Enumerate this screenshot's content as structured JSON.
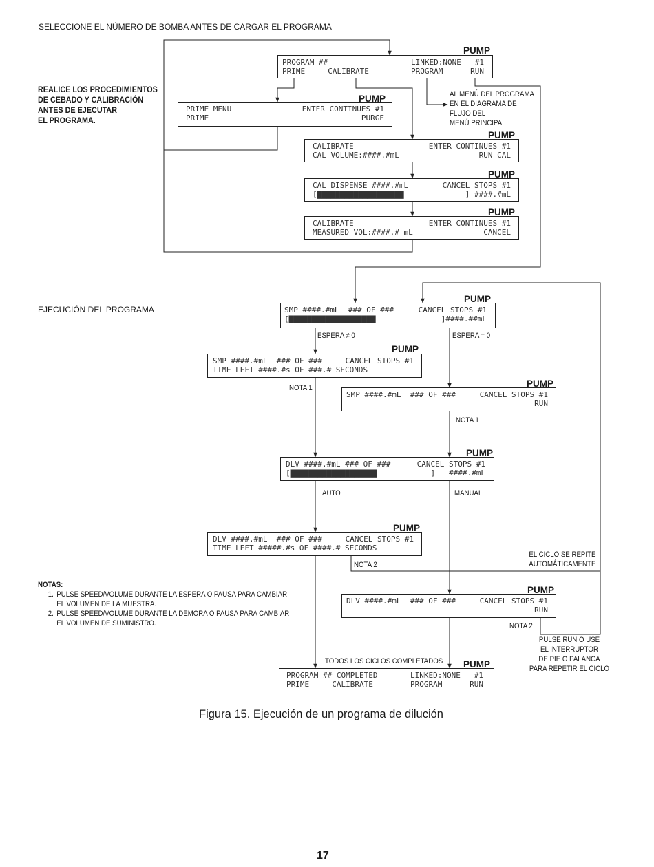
{
  "header_text": "SELECCIONE EL NÚMERO DE BOMBA ANTES DE CARGAR EL PROGRAMA",
  "side_note_lines": [
    "REALICE LOS PROCEDIMIENTOS",
    "DE CEBADO Y CALIBRACIÓN",
    "ANTES DE EJECUTAR",
    "EL PROGRAMA."
  ],
  "section_label": "EJECUCIÓN DEL PROGRAMA",
  "pump_label": "PUMP",
  "menu_note_lines": [
    "AL MENÚ DEL PROGRAMA",
    "EN EL DIAGRAMA DE",
    "FLUJO DEL",
    "MENÚ PRINCIPAL"
  ],
  "screens": {
    "program": {
      "l1": "PROGRAM ##",
      "r1": "LINKED:NONE   #1",
      "l2": "PRIME     CALIBRATE",
      "r2": "PROGRAM      RUN"
    },
    "prime": {
      "l1": "PRIME MENU",
      "r1": "ENTER CONTINUES #1",
      "l2": "PRIME",
      "r2": "PURGE"
    },
    "calibrate": {
      "l1": "CALIBRATE",
      "r1": "ENTER CONTINUES #1",
      "l2": "CAL VOLUME:####.#mL",
      "r2": "RUN CAL"
    },
    "cal_dispense": {
      "l1": "CAL DISPENSE ####.#mL",
      "r1": "CANCEL STOPS #1",
      "l2": "[▇▇▇▇▇▇▇▇▇▇▇▇▇▇▇▇▇▇▇",
      "r2": "] ####.#mL"
    },
    "calibrate_measured": {
      "l1": "CALIBRATE",
      "r1": "ENTER CONTINUES #1",
      "l2": "MEASURED VOL:####.# mL",
      "r2": "CANCEL"
    },
    "smp_progress": {
      "l1": "SMP ####.#mL  ### OF ###",
      "r1": "CANCEL STOPS #1",
      "l2": "[▇▇▇▇▇▇▇▇▇▇▇▇▇▇▇▇▇▇▇",
      "r2": "]####.##mL"
    },
    "smp_wait": {
      "l1": "SMP ####.#mL  ### OF ###",
      "r1": "CANCEL STOPS #1",
      "l2": "TIME LEFT ####.#s OF ###.# SECONDS",
      "r2": ""
    },
    "smp_run": {
      "l1": "SMP ####.#mL  ### OF ###",
      "r1": "CANCEL STOPS #1",
      "l2": "",
      "r2": "RUN"
    },
    "dlv_progress": {
      "l1": "DLV ####.#mL ### OF ###",
      "r1": "CANCEL STOPS #1",
      "l2": "[▇▇▇▇▇▇▇▇▇▇▇▇▇▇▇▇▇▇▇",
      "r2": "]   ####.#mL"
    },
    "dlv_wait": {
      "l1": "DLV ####.#mL  ### OF ###",
      "r1": "CANCEL STOPS #1",
      "l2": "TIME LEFT #####.#s OF ####.# SECONDS",
      "r2": ""
    },
    "dlv_run": {
      "l1": "DLV ####.#mL  ### OF ###",
      "r1": "CANCEL STOPS #1",
      "l2": "",
      "r2": "RUN"
    },
    "completed": {
      "l1": "PROGRAM ## COMPLETED",
      "r1": "LINKED:NONE   #1",
      "l2": "PRIME     CALIBRATE",
      "r2": "PROGRAM      RUN"
    }
  },
  "labels": {
    "espera_ne": "ESPERA ≠ 0",
    "espera_eq": "ESPERA = 0",
    "nota1": "NOTA 1",
    "nota2": "NOTA 2",
    "auto": "AUTO",
    "manual": "MANUAL",
    "todos": "TODOS LOS CICLOS COMPLETADOS",
    "ciclo_repite_lines": [
      "EL CICLO SE REPITE",
      "AUTOMÁTICAMENTE"
    ],
    "pulse_run_lines": [
      "PULSE RUN O USE",
      "EL INTERRUPTOR",
      "DE PIE O PALANCA",
      "PARA REPETIR EL CICLO"
    ]
  },
  "notes": {
    "title": "NOTAS:",
    "items": [
      {
        "num": "1.",
        "lines": [
          "PULSE SPEED/VOLUME DURANTE LA ESPERA O PAUSA PARA CAMBIAR",
          "EL VOLUMEN DE LA MUESTRA."
        ]
      },
      {
        "num": "2.",
        "lines": [
          "PULSE SPEED/VOLUME DURANTE LA DEMORA O PAUSA PARA CAMBIAR",
          "EL VOLUMEN DE SUMINISTRO."
        ]
      }
    ]
  },
  "caption": "Figura 15. Ejecución de un programa de dilución",
  "page_number": "17"
}
